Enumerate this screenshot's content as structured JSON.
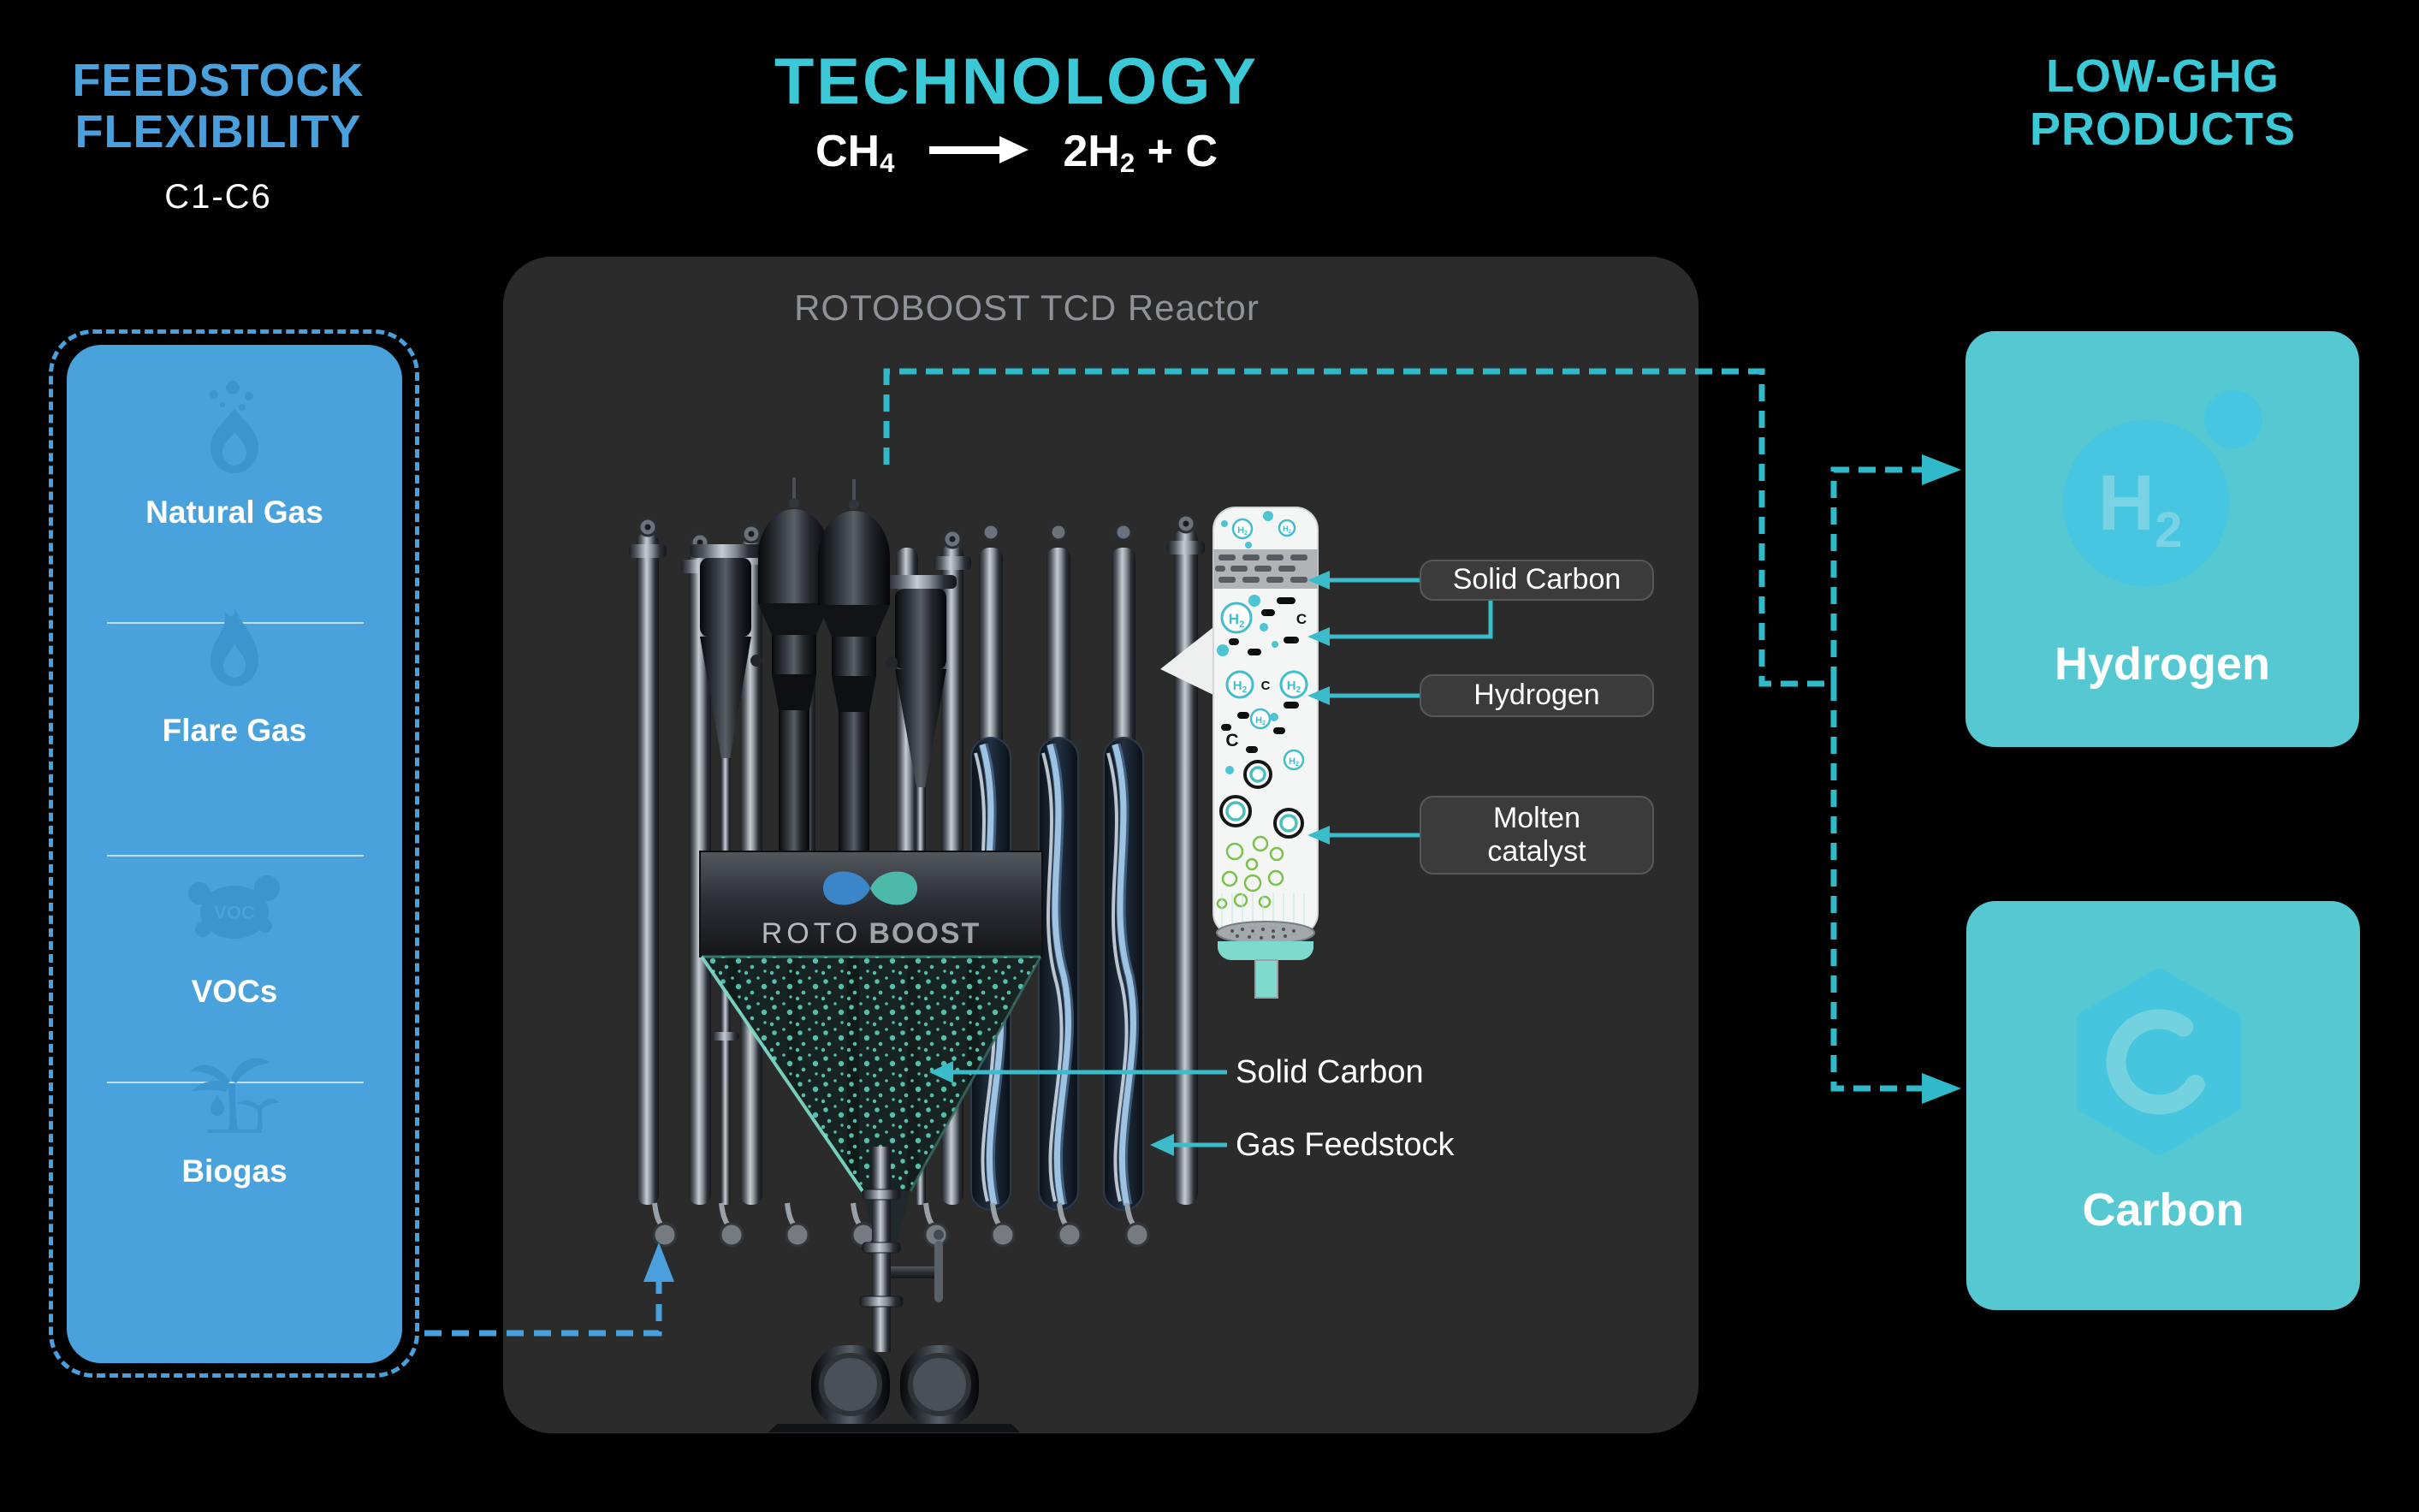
{
  "header": {
    "feedstock": {
      "line1": "FEEDSTOCK",
      "line2": "FLEXIBILITY",
      "subtitle": "C1-C6"
    },
    "technology": {
      "title": "TECHNOLOGY",
      "formula_text": "CH4 → 2H2 + C",
      "formula": {
        "lhs": "CH",
        "lhs_sub": "4",
        "rhs": "2H",
        "rhs_sub": "2",
        "rhs_rest": "+ C"
      }
    },
    "products": {
      "line1": "LOW-GHG",
      "line2": "PRODUCTS"
    }
  },
  "feedstock_panel": {
    "items": [
      {
        "label": "Natural Gas",
        "icon": "natural-gas-flame-icon"
      },
      {
        "label": "Flare Gas",
        "icon": "flare-gas-flame-icon"
      },
      {
        "label": "VOCs",
        "icon": "voc-molecule-icon",
        "icon_text": "VOC"
      },
      {
        "label": "Biogas",
        "icon": "biogas-palm-icon"
      }
    ]
  },
  "reactor_panel": {
    "title": "ROTOBOOST TCD Reactor",
    "logo": {
      "roto": "ROTO",
      "boost": "BOOST"
    },
    "inset": {
      "h2": "H",
      "h2_sub": "2",
      "c": "C",
      "pills": [
        {
          "label": "Solid Carbon"
        },
        {
          "label": "Hydrogen"
        },
        {
          "label": "Molten\ncatalyst"
        }
      ]
    },
    "flow_labels": [
      {
        "label": "Solid Carbon"
      },
      {
        "label": "Gas Feedstock"
      }
    ]
  },
  "products": {
    "hydrogen": {
      "name": "Hydrogen",
      "icon": "h2-molecule-icon",
      "icon_text": "H",
      "icon_sub": "2"
    },
    "carbon": {
      "name": "Carbon",
      "icon": "carbon-hexagon-icon"
    }
  },
  "colors": {
    "accent_blue": "#4aa0dc",
    "accent_cyan": "#3bc9d8",
    "dashed_teal": "#2fb9c9",
    "card_teal": "#55c8d2",
    "panel_blue": "#49a2db",
    "reactor_panel_bg": "#2b2b2b",
    "pill_bg": "#3b3b3b"
  }
}
